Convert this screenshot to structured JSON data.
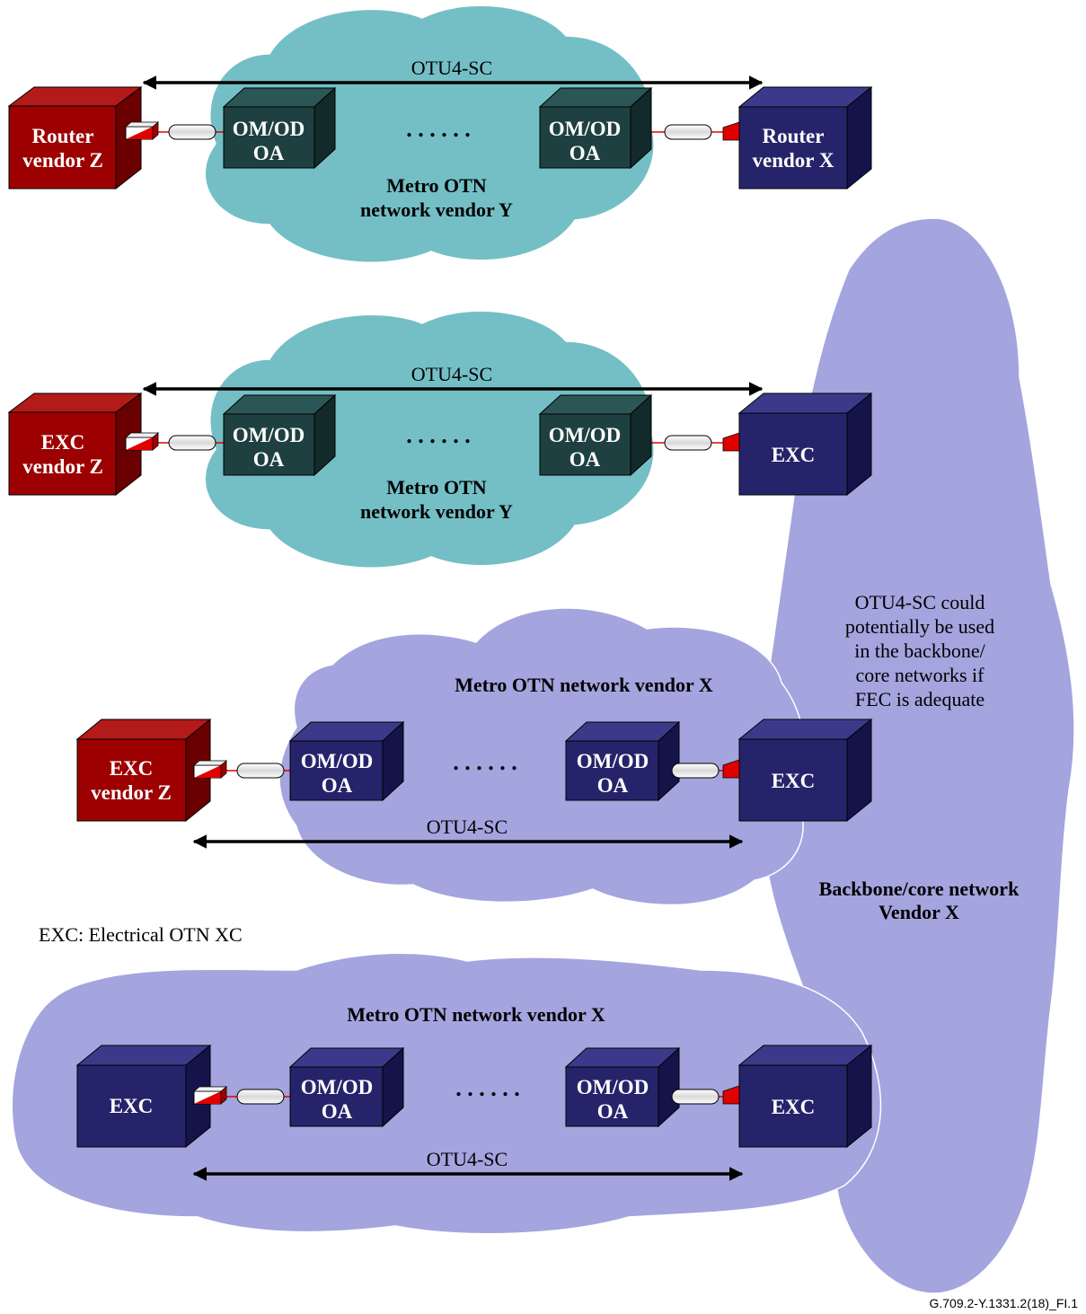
{
  "colors": {
    "teal_cloud": "#74bfc6",
    "lilac_cloud": "#a4a4df",
    "red_box": "#9c0000",
    "navy_box": "#25246b",
    "green_box": "#1f4040",
    "arrow": "#000000"
  },
  "scenario1": {
    "link": "OTU4-SC",
    "cloud_line1": "Metro OTN",
    "cloud_line2": "network vendor Y",
    "left_line1": "Router",
    "left_line2": "vendor Z",
    "om1_line1": "OM/OD",
    "om1_line2": "OA",
    "dots": ". . . . . .",
    "om2_line1": "OM/OD",
    "om2_line2": "OA",
    "right_line1": "Router",
    "right_line2": "vendor X"
  },
  "scenario2": {
    "link": "OTU4-SC",
    "cloud_line1": "Metro OTN",
    "cloud_line2": "network vendor Y",
    "left_line1": "EXC",
    "left_line2": "vendor Z",
    "om1_line1": "OM/OD",
    "om1_line2": "OA",
    "dots": ". . . . . .",
    "om2_line1": "OM/OD",
    "om2_line2": "OA",
    "right_line1": "EXC"
  },
  "scenario3": {
    "cloud_title": "Metro OTN network vendor X",
    "left_line1": "EXC",
    "left_line2": "vendor Z",
    "om1_line1": "OM/OD",
    "om1_line2": "OA",
    "dots": ". . . . . .",
    "om2_line1": "OM/OD",
    "om2_line2": "OA",
    "right_line1": "EXC",
    "link": "OTU4-SC"
  },
  "scenario4": {
    "cloud_title": "Metro OTN network vendor X",
    "left_line1": "EXC",
    "om1_line1": "OM/OD",
    "om1_line2": "OA",
    "dots": ". . . . . .",
    "om2_line1": "OM/OD",
    "om2_line2": "OA",
    "right_line1": "EXC",
    "link": "OTU4-SC"
  },
  "backbone": {
    "note": [
      "OTU4-SC could",
      "potentially be used",
      "in the backbone/",
      "core networks if",
      "FEC is adequate"
    ],
    "title_line1": "Backbone/core network",
    "title_line2": "Vendor X"
  },
  "legend": "EXC: Electrical OTN XC",
  "figure_code": "G.709.2-Y.1331.2(18)_FI.1"
}
